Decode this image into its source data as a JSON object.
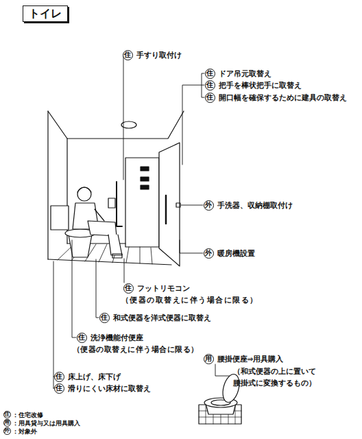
{
  "diagram": {
    "title": "トイレ",
    "nodes": [
      {
        "text": [
          "住",
          "手すり取付け"
        ]
      },
      {
        "text": [
          "住",
          "ドア吊元取替え"
        ]
      },
      {
        "text": [
          "住",
          "把手を棒状把手に取替え"
        ]
      },
      {
        "text": [
          "住",
          "開口幅を確保するために建具の取替え"
        ]
      },
      {
        "text": [
          "外",
          "手洗器、収納棚取付け"
        ]
      },
      {
        "text": [
          "外",
          "暖房機設置"
        ]
      },
      {
        "text": [
          "住",
          "フットリモコン",
          "（便器の取替えに伴う場合に限る）"
        ]
      },
      {
        "text": [
          "住",
          "和式便器を洋式便器に取替え"
        ]
      },
      {
        "text": [
          "住",
          "洗浄機能付便座",
          "（便器の取替えに伴う場合に限る）"
        ]
      },
      {
        "text": [
          "用",
          "腰掛便座⇒用具購入",
          "（和式便器の上に置いて 腰掛式に変換するもの）"
        ]
      },
      {
        "text": [
          "住",
          "床上げ、床下げ"
        ]
      },
      {
        "text": [
          "住",
          "滑りにくい床材に取替え"
        ]
      },
      {
        "text": [
          "住",
          "：住宅改修"
        ]
      },
      {
        "text": [
          "用",
          "：用具貸与又は用具購入"
        ]
      },
      {
        "text": [
          "外",
          "：対象外"
        ]
      }
    ]
  }
}
